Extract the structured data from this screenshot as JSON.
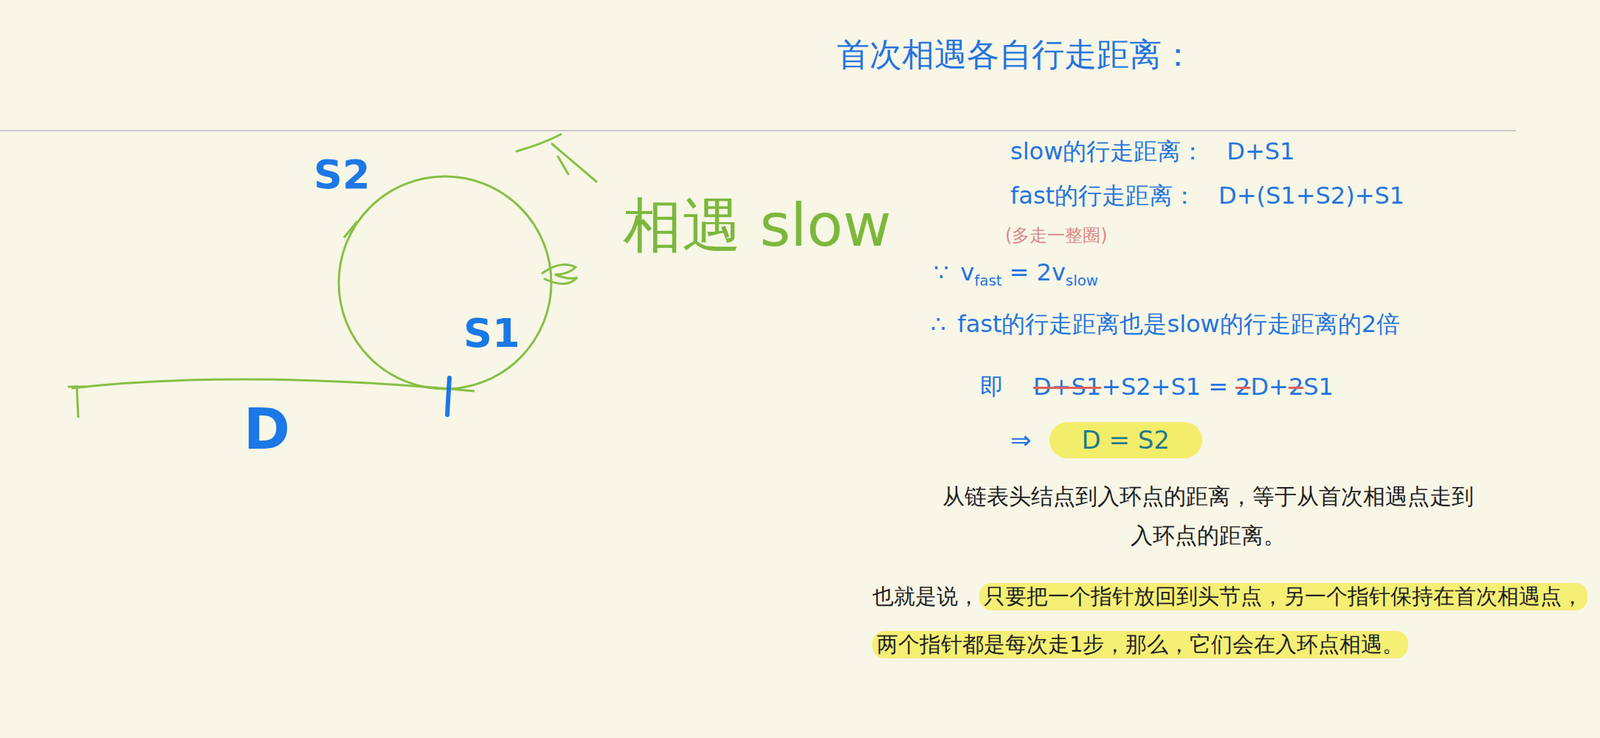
{
  "diagram": {
    "title": "首次相遇各自行走距离：",
    "labels": [
      "S2",
      "S1",
      "D",
      "相遇 slow",
      "slow的行走距离：",
      "D+S1",
      "fast的行走距离：",
      "D+(S1+S2)+S1",
      "(多走一整圈)",
      "∵",
      "v",
      "fast",
      "= 2v",
      "slow",
      "∴",
      "fast的行走距离也是slow的行走距离的2倍",
      "即",
      "D+S1",
      "+S2+S1 =",
      "2",
      "D+",
      "2",
      "S1",
      "⇒",
      "D = S2",
      "从链表头结点到入环点的距离，等于从首次相遇点走到",
      "入环点的距离。",
      "也就是说，",
      "只要把一个指针放回到头节点，另一个指针保持在首次相遇点，",
      "两个指针都是每次走1步，那么，它们会在入环点相遇。"
    ]
  }
}
